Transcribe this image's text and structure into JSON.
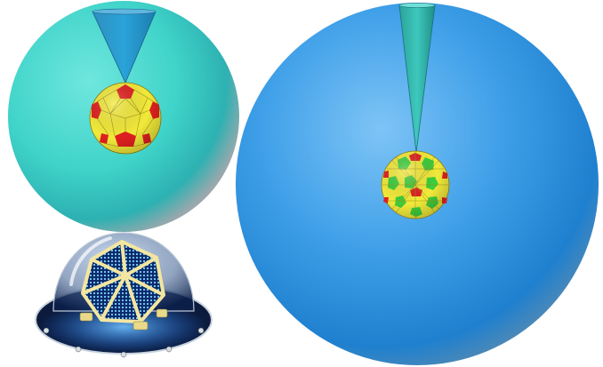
{
  "figure": {
    "panels": [
      {
        "id": "small-sphere-panel",
        "shell_color": "#3fd3c9",
        "core_pentagon_color": "#e02020",
        "core_hexagon_color": "#f2ea3a"
      },
      {
        "id": "large-sphere-panel",
        "shell_color": "#2b8fe0",
        "core_pentagon_color": "#e02020",
        "core_hexagon_colors": [
          "#f2ea3a",
          "#3ccf3c"
        ]
      },
      {
        "id": "photo-panel",
        "object": "glass-dome-with-icosahedral-lattice",
        "glow_color": "#1f7bff"
      }
    ],
    "cone_color": "#2aa3d8"
  }
}
